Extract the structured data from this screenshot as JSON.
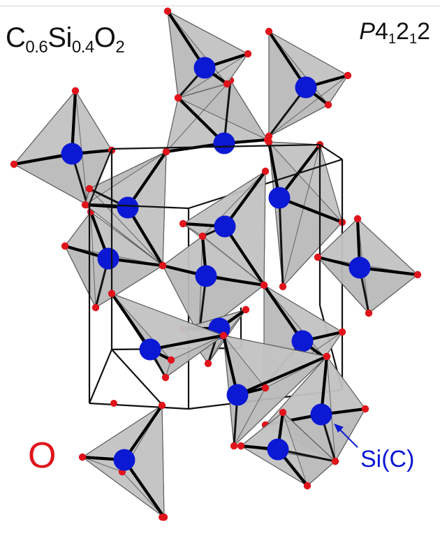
{
  "formula": {
    "element1": "C",
    "sub1": "0.6",
    "element2": "Si",
    "sub2": "0.4",
    "element3": "O",
    "sub3": "2"
  },
  "space_group": {
    "letter": "P",
    "part1": "4",
    "sub1": "1",
    "part2": "2",
    "sub2": "1",
    "part3": "2"
  },
  "labels": {
    "oxygen": "O",
    "silicon": "Si(C)"
  },
  "colors": {
    "oxygen": "#e0141b",
    "silicon": "#0b18d4",
    "tetrahedron_fill": "#b9b9b9",
    "bond": "#000000"
  }
}
